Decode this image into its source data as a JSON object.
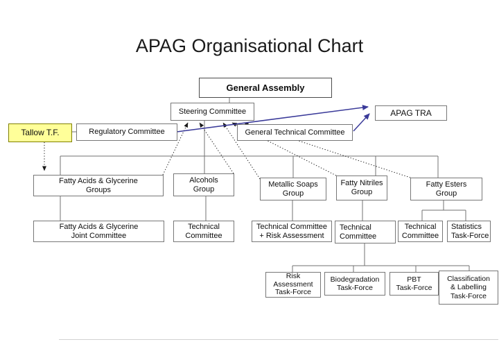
{
  "title": "APAG Organisational Chart",
  "colors": {
    "highlight_fill": "#ffff99",
    "highlight_border": "#808000",
    "arrow_blue": "#3a3a99",
    "connector_gray": "#707070",
    "dotted_black": "#1a1a1a"
  },
  "nodes": {
    "general_assembly": {
      "lines": [
        "General Assembly"
      ]
    },
    "steering_committee": {
      "lines": [
        "Steering Committee"
      ]
    },
    "general_technical_committee": {
      "lines": [
        "General Technical Committee"
      ]
    },
    "apag_tra": {
      "lines": [
        "APAG TRA"
      ]
    },
    "tallow_tf": {
      "lines": [
        "Tallow T.F."
      ]
    },
    "regulatory_committee": {
      "lines": [
        "Regulatory Committee"
      ]
    },
    "fatty_acids_glycerine_groups": {
      "lines": [
        "Fatty Acids & Glycerine",
        "Groups"
      ]
    },
    "alcohols_group": {
      "lines": [
        "Alcohols",
        "Group"
      ]
    },
    "metallic_soaps_group": {
      "lines": [
        "Metallic Soaps",
        "Group"
      ]
    },
    "fatty_nitriles_group": {
      "lines": [
        "Fatty Nitriles",
        "Group"
      ]
    },
    "fatty_esters_group": {
      "lines": [
        "Fatty Esters",
        "Group"
      ]
    },
    "fatty_acids_glycerine_joint_committee": {
      "lines": [
        "Fatty Acids & Glycerine",
        "Joint Committee"
      ]
    },
    "technical_committee_alcohols": {
      "lines": [
        "Technical",
        "Committee"
      ]
    },
    "technical_committee_risk_assessment": {
      "lines": [
        "Technical Committee",
        "+ Risk Assessment"
      ]
    },
    "technical_committee_nitriles": {
      "lines": [
        "Technical",
        "Committee"
      ]
    },
    "technical_committee_esters": {
      "lines": [
        "Technical",
        "Committee"
      ]
    },
    "statistics_task_force": {
      "lines": [
        "Statistics",
        "Task-Force"
      ]
    },
    "risk_assessment_task_force": {
      "lines": [
        "Risk",
        "Assessment",
        "Task-Force"
      ]
    },
    "biodegradation_task_force": {
      "lines": [
        "Biodegradation",
        "Task-Force"
      ]
    },
    "pbt_task_force": {
      "lines": [
        "PBT",
        "Task-Force"
      ]
    },
    "classification_labelling_task_force": {
      "lines": [
        "Classification",
        "& Labelling",
        "Task-Force"
      ]
    }
  }
}
